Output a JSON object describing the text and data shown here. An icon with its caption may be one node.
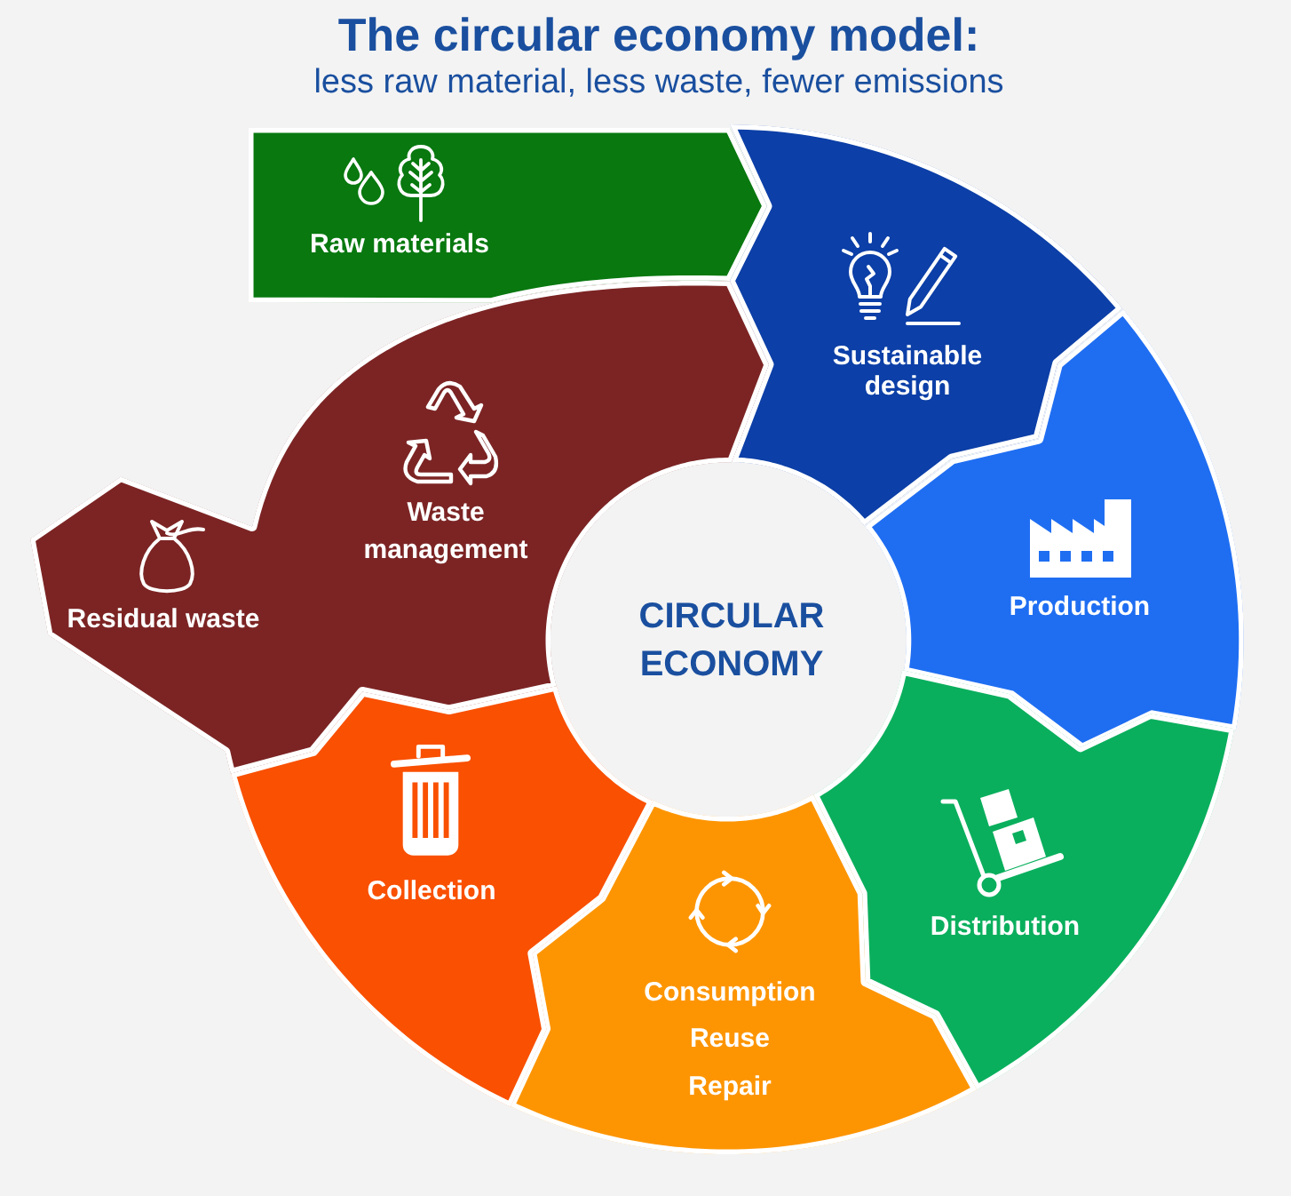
{
  "diagram": {
    "title": "The circular economy model:",
    "nodes": [
      {
        "text": [
          "Raw materials"
        ]
      },
      {
        "text": [
          "Sustainable design"
        ]
      },
      {
        "text": [
          "Production"
        ]
      },
      {
        "text": [
          "Distribution"
        ]
      },
      {
        "text": [
          "Consumption",
          "Reuse",
          "Repair"
        ]
      },
      {
        "text": [
          "Collection"
        ]
      },
      {
        "text": [
          "Waste management",
          "Residual waste"
        ]
      }
    ],
    "labels": [
      "less raw material, less waste, fewer emissions",
      "CIRCULAR ECONOMY"
    ]
  }
}
